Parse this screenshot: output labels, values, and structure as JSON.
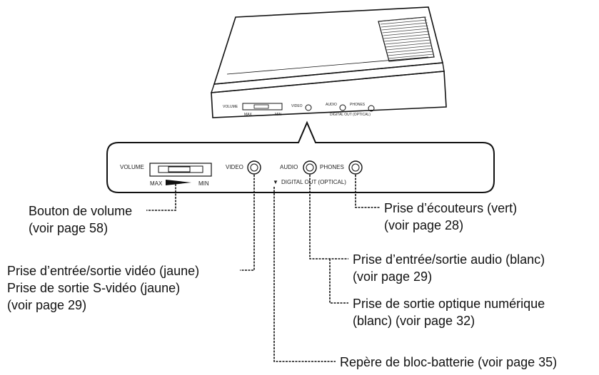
{
  "panel": {
    "volume": "VOLUME",
    "max": "MAX",
    "min": "MIN",
    "video": "VIDEO",
    "audio": "AUDIO",
    "phones": "PHONES",
    "digital_out": "DIGITAL OUT (OPTICAL)",
    "triangle": "▼"
  },
  "device": {
    "volume": "VOLUME",
    "max": "MAX",
    "min": "MIN",
    "video": "VIDEO",
    "audio": "AUDIO",
    "phones": "PHONES",
    "digital_out": "DIGITAL OUT (OPTICAL)"
  },
  "callouts": {
    "volume_button": [
      "Bouton de volume",
      "(voir page 58)"
    ],
    "headphones": [
      "Prise d’écouteurs (vert)",
      "(voir page 28)"
    ],
    "video_jack": [
      "Prise d’entrée/sortie vidéo (jaune)",
      "Prise de sortie S-vidéo (jaune)",
      "(voir page 29)"
    ],
    "audio_jack": [
      "Prise d’entrée/sortie audio (blanc)",
      "(voir page 29)"
    ],
    "optical_out": [
      "Prise de sortie optique numérique",
      "(blanc) (voir page 32)"
    ],
    "battery_mark": [
      "Repère de bloc-batterie (voir page 35)"
    ]
  }
}
